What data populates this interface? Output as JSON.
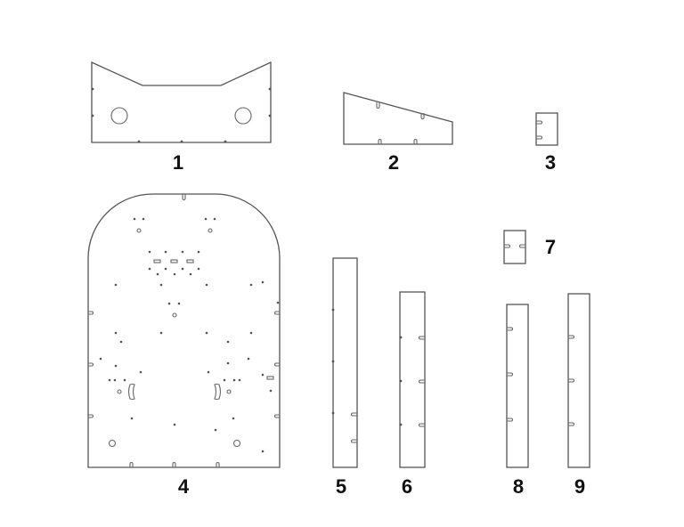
{
  "labels": {
    "p1": "1",
    "p2": "2",
    "p3": "3",
    "p4": "4",
    "p5": "5",
    "p6": "6",
    "p7": "7",
    "p8": "8",
    "p9": "9"
  },
  "colors": {
    "outline": "#555555",
    "label": "#111111",
    "background": "#ffffff"
  }
}
